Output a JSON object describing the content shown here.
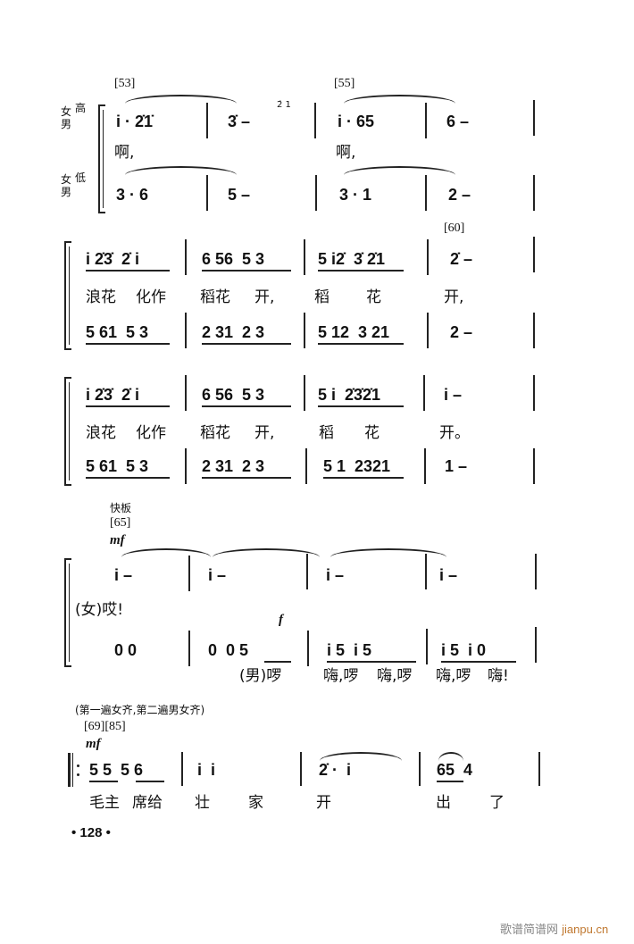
{
  "system1": {
    "rehearsal": [
      "[53]",
      "[55]"
    ],
    "labels": {
      "high": "女男高",
      "low": "女男低",
      "high_a": "女",
      "high_b": "男",
      "high_c": "高",
      "low_a": "女",
      "low_b": "男",
      "low_c": "低"
    },
    "upper_notes": [
      "i · 2̇1̇",
      "3̇ –",
      "i · 65",
      "6 –"
    ],
    "grace": "2̇ 1",
    "lyrics": [
      "啊,",
      "啊,"
    ],
    "lower_notes": [
      "3 · 6",
      "5 –",
      "3 · 1",
      "2 –"
    ]
  },
  "system2": {
    "rehearsal": "[60]",
    "upper_notes": [
      "i 2̇3̇  2̇ i",
      "6 56  5 3",
      "5 i2̇  3̇ 2̇1",
      "2̇ –"
    ],
    "lyrics": [
      "浪花",
      "化作",
      "稻花",
      "开,",
      "稻",
      "花",
      "开,"
    ],
    "lower_notes": [
      "5 61  5 3",
      "2 31  2 3",
      "5 12  3 21",
      "2 –"
    ]
  },
  "system3": {
    "upper_notes": [
      "i 2̇3̇  2̇ i",
      "6 56  5 3",
      "5 i  2̇3̇2̇1",
      "i –"
    ],
    "lyrics": [
      "浪花",
      "化作",
      "稻花",
      "开,",
      "稻",
      "花",
      "开。"
    ],
    "lower_notes": [
      "5 61  5 3",
      "2 31  2 3",
      "5 1  2321",
      "1 –"
    ]
  },
  "system4": {
    "tempo": "快板",
    "rehearsal": "[65]",
    "dynamic_upper": "mf",
    "dynamic_lower": "f",
    "upper_notes": [
      "i –",
      "i –",
      "i –",
      "i –"
    ],
    "upper_lyric": "(女)哎!",
    "lower_notes": [
      "0 0",
      "0  0 5",
      "i 5  i 5",
      "i 5  i 0"
    ],
    "lower_lyrics": [
      "(男)啰",
      "嗨,啰",
      "嗨,啰",
      "嗨,啰",
      "嗨!"
    ]
  },
  "system5": {
    "instruction": "(第一遍女齐,第二遍男女齐)",
    "rehearsal": "[69][85]",
    "dynamic": "mf",
    "notes": [
      "5 5  5 6",
      "i  i",
      "2̇ ·  i",
      "65  4"
    ],
    "lyrics": [
      "毛主",
      "席给",
      "壮",
      "家",
      "开",
      "出",
      "了"
    ]
  },
  "page_number": "• 128 •",
  "watermark": {
    "cn": "歌谱简谱网",
    "url": "jianpu.cn"
  }
}
